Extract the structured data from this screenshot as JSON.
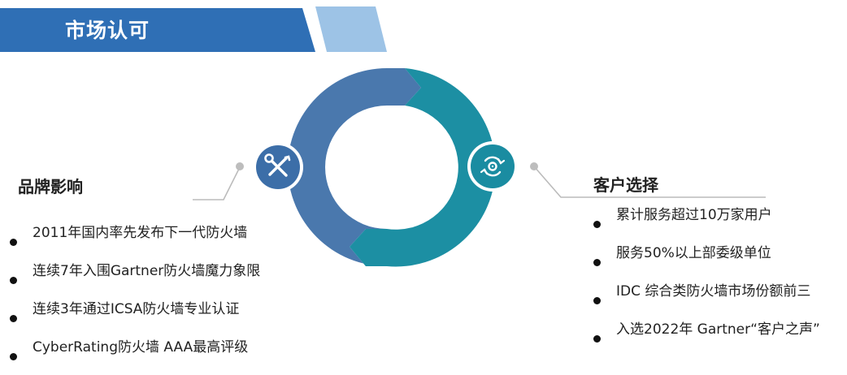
{
  "header": {
    "title": "市场认可",
    "colors": {
      "primary": "#2f6fb5",
      "accent": "#9dc3e6"
    }
  },
  "diagram": {
    "colors": {
      "left_arc": "#4a78ad",
      "right_arc": "#1c8fa3",
      "connector": "#bbbbbb"
    },
    "left_node": {
      "icon": "wrench-screwdriver-icon"
    },
    "right_node": {
      "icon": "gear-cycle-icon"
    }
  },
  "brand": {
    "title": "品牌影响",
    "items": [
      "2011年国内率先发布下一代防火墙",
      "连续7年入围Gartner防火墙魔力象限",
      "连续3年通过ICSA防火墙专业认证",
      "CyberRating防火墙 AAA最高评级"
    ]
  },
  "customer": {
    "title": "客户选择",
    "items": [
      "累计服务超过10万家用户",
      "服务50%以上部委级单位",
      "IDC 综合类防火墙市场份额前三",
      "入选2022年 Gartner“客户之声”"
    ]
  }
}
